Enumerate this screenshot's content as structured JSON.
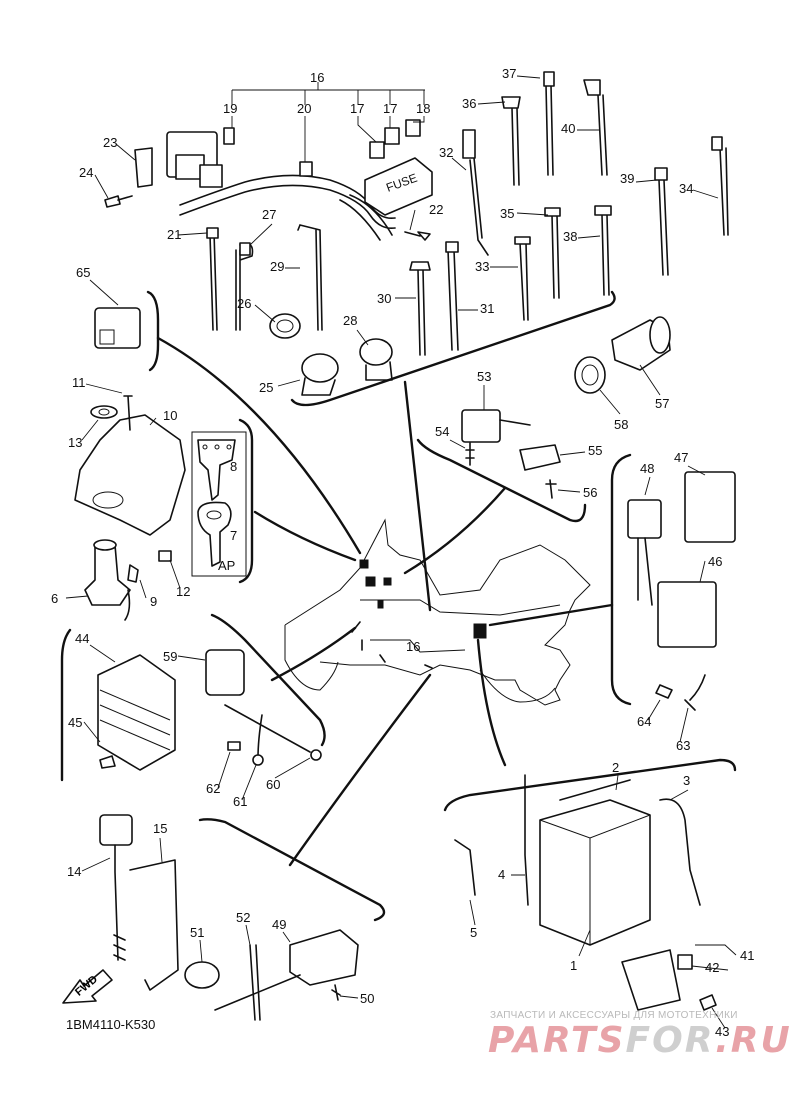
{
  "document": {
    "code": "1BM4110-K530",
    "fwd_label": "FWD",
    "fuse_label": "FUSE",
    "ap_label": "AP"
  },
  "callouts": [
    "1",
    "2",
    "3",
    "4",
    "5",
    "6",
    "7",
    "8",
    "9",
    "10",
    "11",
    "12",
    "13",
    "14",
    "15",
    "16",
    "17",
    "18",
    "19",
    "20",
    "21",
    "22",
    "23",
    "24",
    "25",
    "26",
    "27",
    "28",
    "29",
    "30",
    "31",
    "32",
    "33",
    "34",
    "35",
    "36",
    "37",
    "38",
    "39",
    "40",
    "41",
    "42",
    "43",
    "44",
    "45",
    "46",
    "47",
    "48",
    "49",
    "50",
    "51",
    "52",
    "53",
    "54",
    "55",
    "56",
    "57",
    "58",
    "59",
    "60",
    "61",
    "62",
    "63",
    "64",
    "65"
  ],
  "watermark": {
    "tagline": "ЗАПЧАСТИ И АКСЕССУАРЫ ДЛЯ МОТОТЕХНИКИ",
    "logo_part1": "PARTS",
    "logo_part2": "FOR",
    "logo_part3": ".RU",
    "color_primary": "#e8a3a8",
    "color_secondary": "#d4d4d4"
  }
}
